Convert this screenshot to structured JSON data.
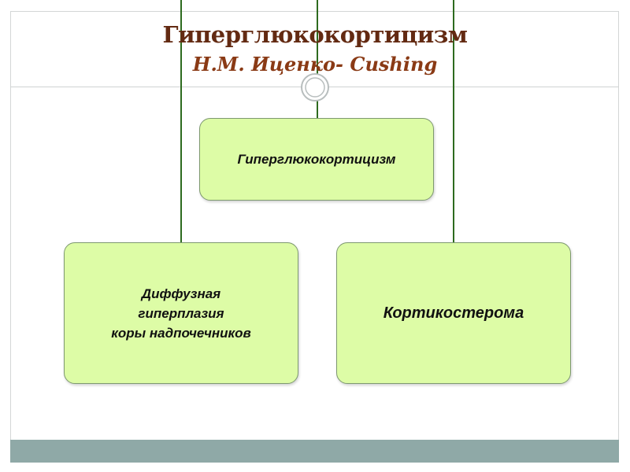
{
  "slide": {
    "title": "Гиперглюкокортицизм",
    "subtitle": "Н.М. Иценко- Cushing"
  },
  "diagram": {
    "root": {
      "label": "Гиперглюкокортицизм"
    },
    "children": [
      {
        "lines": [
          "Диффузная",
          "гиперплазия",
          "коры надпочечников"
        ]
      },
      {
        "lines": [
          "Кортикостерома"
        ]
      }
    ]
  },
  "colors": {
    "title": "#632a12",
    "subtitle": "#8a3a15",
    "node_fill": "#ddfca6",
    "node_border": "#7e9970",
    "connector": "#2e6b1f",
    "bottom_bar": "#8fa9a7"
  }
}
